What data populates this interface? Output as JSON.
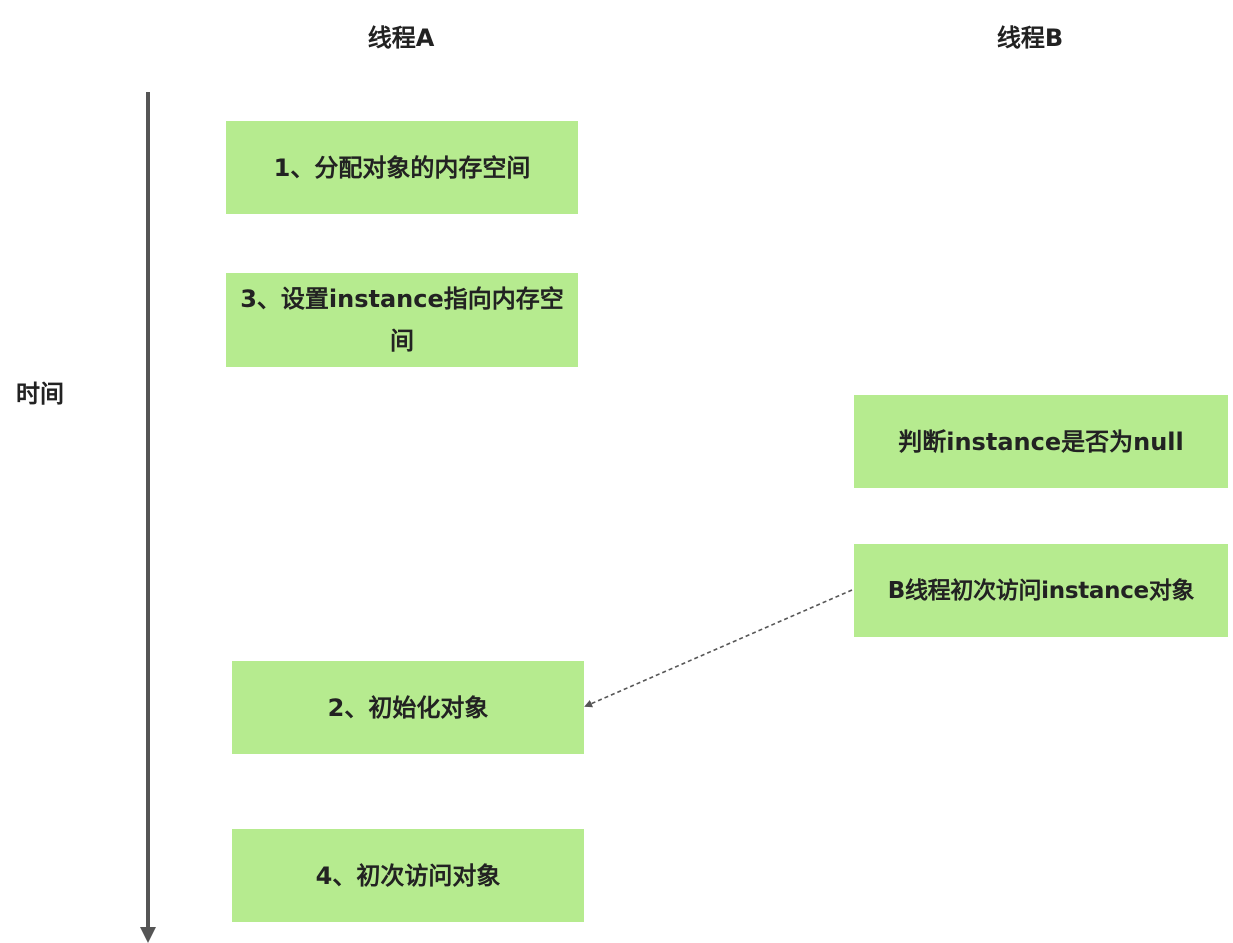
{
  "headers": {
    "thread_a": "线程A",
    "thread_b": "线程B"
  },
  "axis": {
    "label": "时间"
  },
  "steps": {
    "a1": "1、分配对象的内存空间",
    "a3": "3、设置instance指向内存空间",
    "b_check": "判断instance是否为null",
    "b_access": "B线程初次访问instance对象",
    "a2": "2、初始化对象",
    "a4": "4、初次访问对象"
  },
  "colors": {
    "box_fill": "#b6eb8f",
    "axis_line": "#555555",
    "dashed_arrow": "#555555",
    "text": "#222222"
  }
}
